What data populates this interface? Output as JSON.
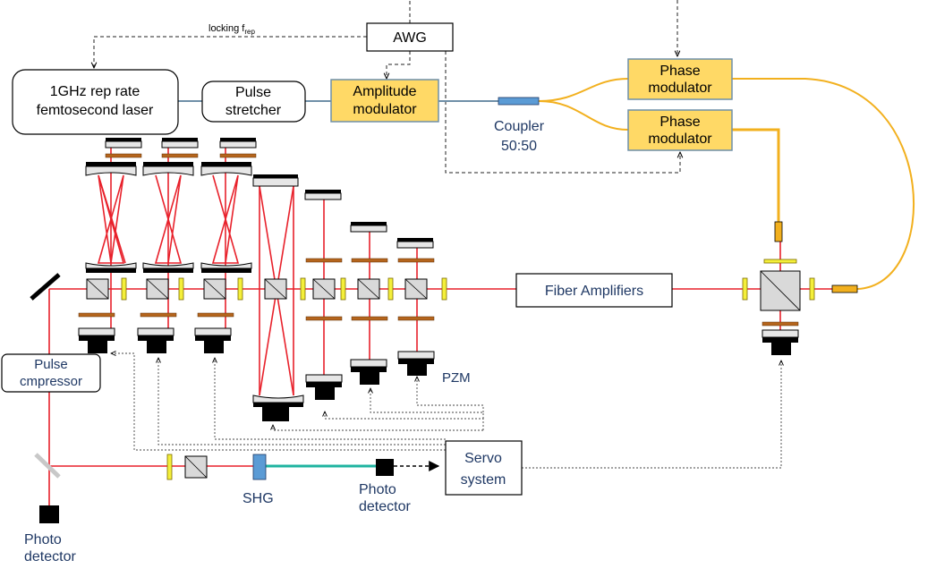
{
  "labels": {
    "laser_line1": "1GHz rep rate",
    "laser_line2": "femtosecond laser",
    "stretcher_line1": "Pulse",
    "stretcher_line2": "stretcher",
    "amp_mod_line1": "Amplitude",
    "amp_mod_line2": "modulator",
    "awg": "AWG",
    "locking_main": "locking f",
    "locking_sub": "rep",
    "coupler_line1": "Coupler",
    "coupler_line2": "50:50",
    "phase_mod_line1": "Phase",
    "phase_mod_line2": "modulator",
    "fiber_amplifiers": "Fiber Amplifiers",
    "compressor_line1": "Pulse",
    "compressor_line2": "cmpressor",
    "pzm": "PZM",
    "servo_line1": "Servo",
    "servo_line2": "system",
    "shg": "SHG",
    "photodetector_line1": "Photo",
    "photodetector_line2": "detector"
  },
  "colors": {
    "beam": "#e8212b",
    "fiber": "#f2b01e",
    "fiber_blue": "#6f8fa8",
    "green_beam": "#1fb3a0",
    "modulator_fill": "#ffd966",
    "polarizer": "#f4ef3a",
    "waveplate": "#b5651d",
    "shg_crystal": "#5b9bd5",
    "text_blue": "#1f3864"
  }
}
